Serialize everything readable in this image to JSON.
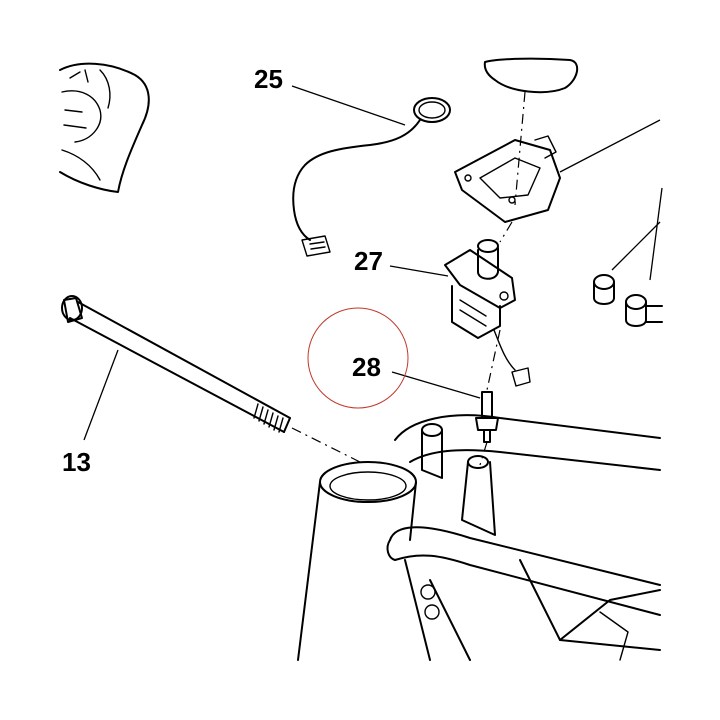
{
  "diagram": {
    "callouts": [
      {
        "id": "13",
        "label": "13"
      },
      {
        "id": "25",
        "label": "25"
      },
      {
        "id": "27",
        "label": "27"
      },
      {
        "id": "28",
        "label": "28"
      }
    ],
    "highlight": {
      "target": "28",
      "color": "#c0392b"
    },
    "line_color": "#000000",
    "background": "#ffffff"
  }
}
